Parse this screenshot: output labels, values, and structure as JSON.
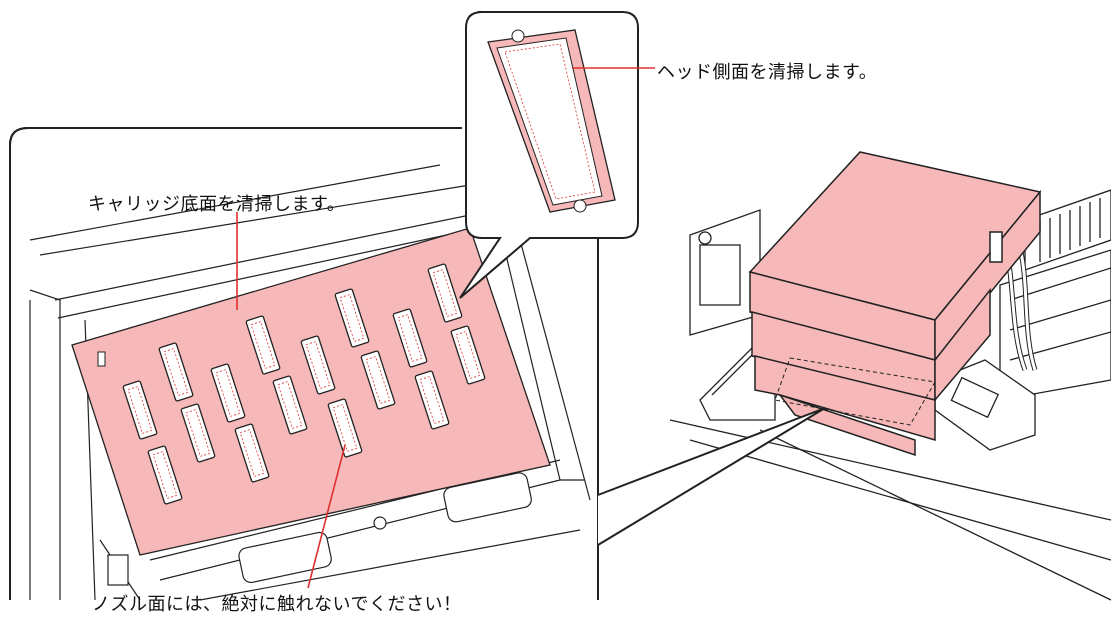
{
  "labels": {
    "head_side": "ヘッド側面を清掃します。",
    "carriage_bottom": "キャリッジ底面を清掃します。",
    "nozzle_warning": "ノズル面には、絶対に触れないでください！"
  },
  "colors": {
    "highlight_fill": "#f6b8b8",
    "highlight_stroke": "#e03030",
    "line": "#222222",
    "background": "#ffffff"
  }
}
